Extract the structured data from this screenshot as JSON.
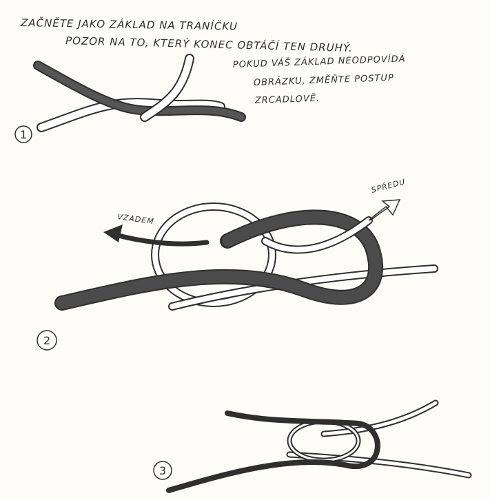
{
  "instructions": {
    "line1": "ZAČNĚTE JAKO ZÁKLAD NA TRANÍČKU",
    "line2": "POZOR NA TO, KTERÝ KONEC OBTÁČÍ TEN DRUHÝ.",
    "side1": "POKUD VÁŠ ZÁKLAD NEODPOVÍDÁ",
    "side2": "OBRÁZKU, ZMĚŇTE POSTUP",
    "side3": "ZRCADLOVĚ."
  },
  "steps": [
    {
      "number": "1"
    },
    {
      "number": "2",
      "arrow_left": "VZADEM",
      "arrow_right": "SPŘEDU"
    },
    {
      "number": "3"
    }
  ],
  "colors": {
    "paper": "#fdfcf7",
    "ink": "#2f2f2f",
    "dark_rope": "#555555",
    "light_rope": "#ffffff"
  }
}
